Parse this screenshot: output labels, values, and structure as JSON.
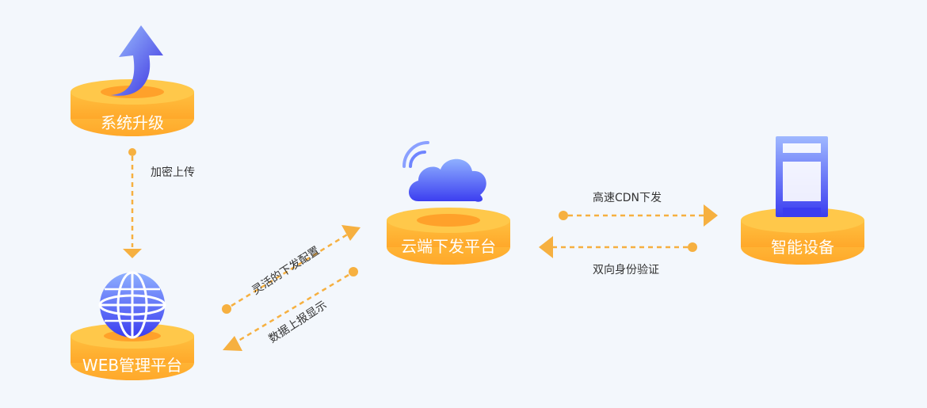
{
  "nodes": {
    "upgrade": {
      "label": "系统升级",
      "icon": "arrow-up-icon"
    },
    "web": {
      "label": "WEB管理平台",
      "icon": "globe-icon"
    },
    "cloud": {
      "label": "云端下发平台",
      "icon": "cloud-wifi-icon"
    },
    "device": {
      "label": "智能设备",
      "icon": "server-icon"
    }
  },
  "edges": {
    "encrypt_upload": "加密上传",
    "flexible_config": "灵活的下发配置",
    "data_report": "数据上报显示",
    "cdn_delivery": "高速CDN下发",
    "auth": "双向身份验证"
  },
  "colors": {
    "disc_top": "#ffc84a",
    "disc_side": "#ffb030",
    "disc_ring": "#ff8f1f",
    "connector": "#f6b040",
    "icon_blue": "#3b46f0",
    "icon_light": "#7fa0ff",
    "background": "#f3f7fc"
  }
}
